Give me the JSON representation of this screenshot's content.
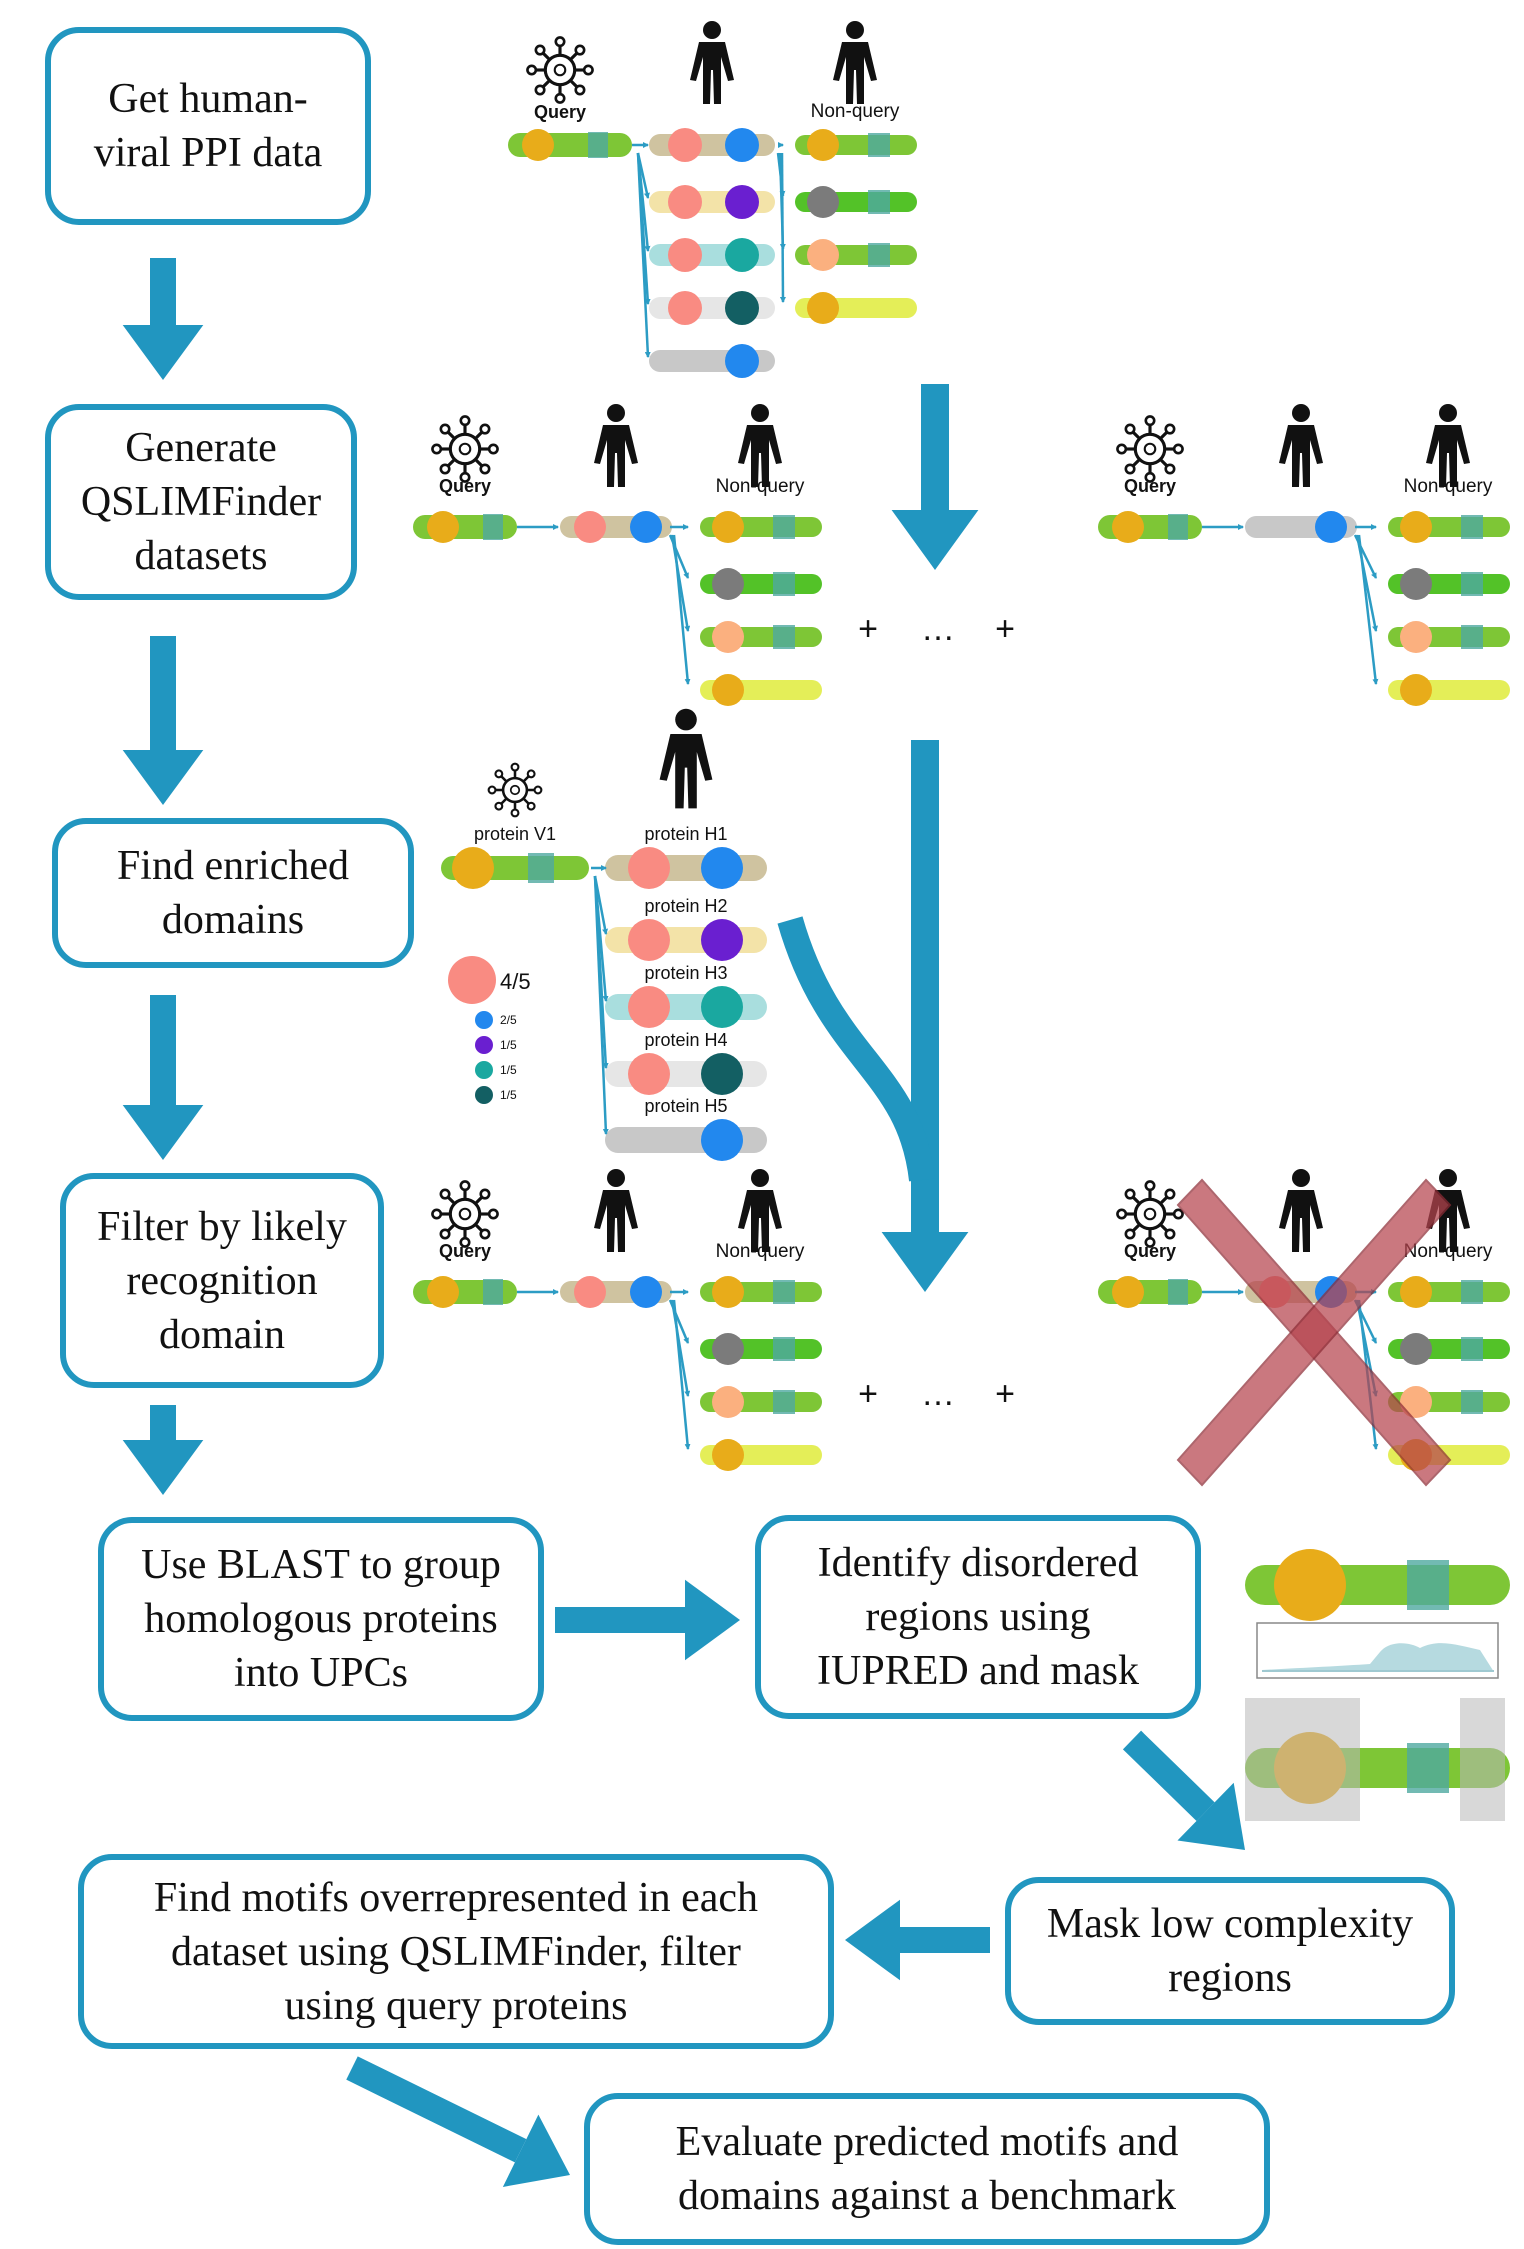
{
  "steps": {
    "get_ppi": "Get human-\nviral PPI data",
    "generate_datasets": "Generate\nQSLIMFinder\ndatasets",
    "find_domains": "Find enriched\ndomains",
    "filter_domain": "Filter by likely\nrecognition\ndomain",
    "blast": "Use BLAST to group\nhomologous proteins\ninto UPCs",
    "iupred": "Identify disordered\nregions using\nIUPRED and mask",
    "mask_low": "Mask low complexity\nregions",
    "find_motifs": "Find motifs overrepresented in each\ndataset using QSLIMFinder, filter\nusing query proteins",
    "evaluate": "Evaluate predicted motifs and\ndomains against a benchmark"
  },
  "labels": {
    "query": "Query",
    "non_query": "Non-query",
    "plus": "+",
    "ellipsis": "…",
    "protein_v1": "protein V1",
    "protein_h1": "protein H1",
    "protein_h2": "protein H2",
    "protein_h3": "protein H3",
    "protein_h4": "protein H4",
    "protein_h5": "protein H5"
  },
  "domain_freq": [
    {
      "value": "4/5",
      "color": "#f98b82"
    },
    {
      "value": "2/5",
      "color": "#2288ee"
    },
    {
      "value": "1/5",
      "color": "#6a1fd0"
    },
    {
      "value": "1/5",
      "color": "#1aa8a0"
    },
    {
      "value": "1/5",
      "color": "#135f63"
    }
  ],
  "colors": {
    "accent": "#2196c0",
    "arrow": "#2196c0",
    "cross": "#b6454f",
    "green_bar": "#7ec636",
    "orange_domain": "#e8ac1a",
    "salmon_domain": "#f98b82",
    "blue_domain": "#2288ee",
    "purple_domain": "#6a1fd0",
    "teal_domain": "#1aa8a0",
    "dark_teal_domain": "#135f63",
    "grey_domain": "#7b7b7b",
    "tan_bar": "#cfc3a0",
    "teal_motif": "#4fa9a0"
  },
  "icons": [
    "virus-icon",
    "human-icon",
    "cross-icon"
  ]
}
